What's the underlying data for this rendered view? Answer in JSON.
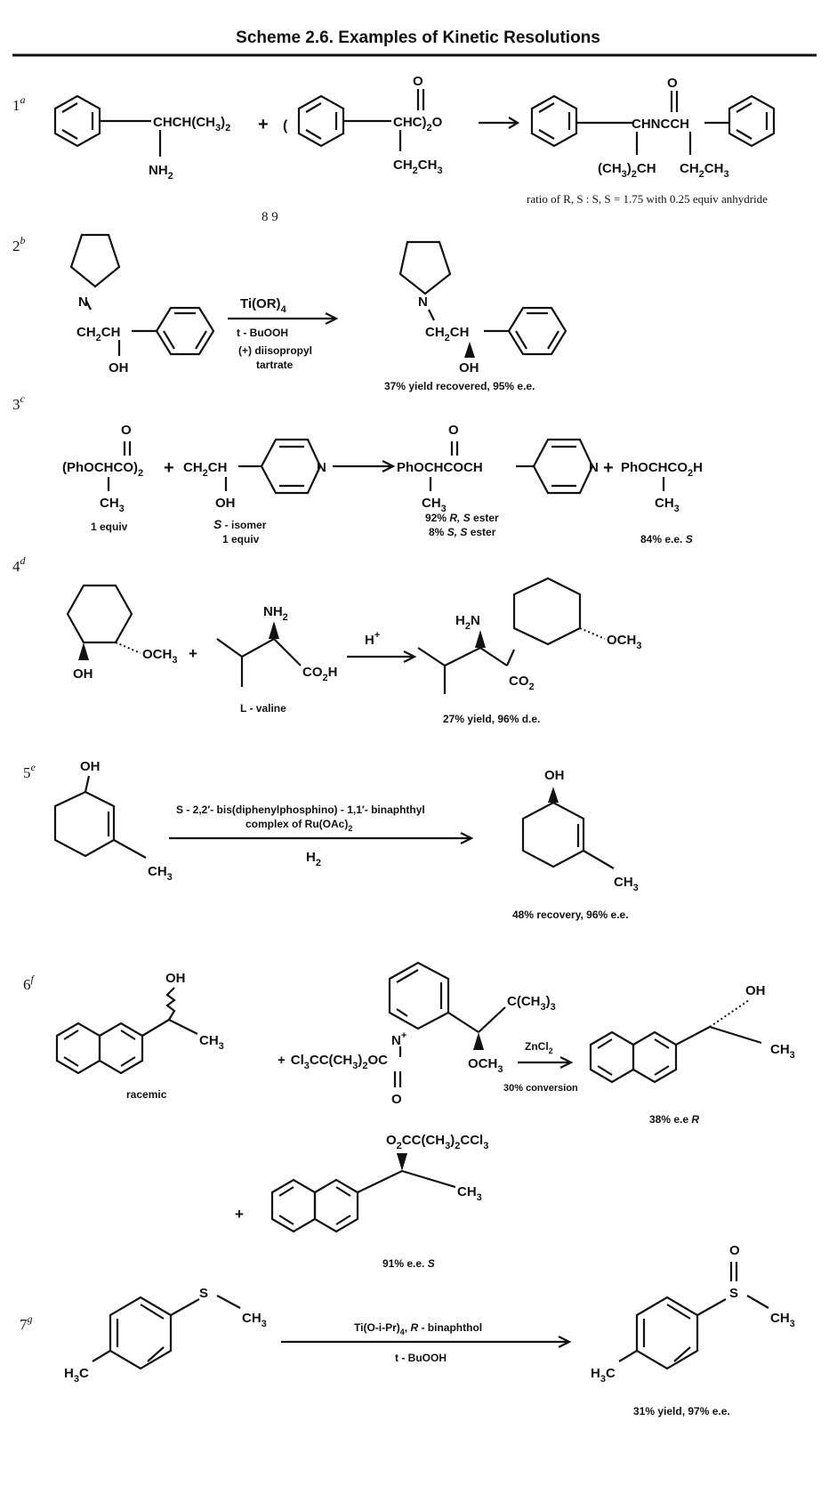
{
  "title": "Scheme 2.6.   Examples of Kinetic Resolutions",
  "reactions": [
    {
      "number": "1",
      "footnote": "a",
      "reactant1": {
        "label": "CHCH(CH",
        "sub3": "3",
        "suffix": ")",
        "sub2": "2",
        "amine": "NH",
        "amine_sub": "2"
      },
      "plus": "+",
      "reactant2": {
        "open": "(",
        "carbonyl": "O",
        "chain": "CHC)",
        "sub2": "2",
        "ester": "O",
        "ethyl": "CH",
        "ethyl_sub": "2",
        "ethyl_end": "CH",
        "ethyl_sub2": "3"
      },
      "product": {
        "carbonyl": "O",
        "core": "CHNCCH",
        "left_sub": "(CH",
        "left_sub3": "3",
        "left_end": ")",
        "left_sub2": "2",
        "left_end2": "CH",
        "right_sub": "CH",
        "right_sub2": "2",
        "right_end": "CH",
        "right_sub3": "3"
      },
      "note": "ratio of R, S : S, S = 1.75 with 0.25 equiv anhydride",
      "page_marker": "8 9"
    },
    {
      "number": "2",
      "footnote": "b",
      "reactant": {
        "n": "N",
        "chain": "CH",
        "chain_sub": "2",
        "chain_end": "CH",
        "oh": "OH"
      },
      "reagents": {
        "top": "Ti(OR)",
        "top_sub": "4",
        "middle": "t - BuOOH",
        "bottom1": "(+) diisopropyl",
        "bottom2": "tartrate"
      },
      "product": {
        "n": "N",
        "chain": "CH",
        "chain_sub": "2",
        "chain_end": "CH",
        "oh": "OH"
      },
      "result": "37% yield recovered, 95% e.e."
    },
    {
      "number": "3",
      "footnote": "c",
      "reactant1": {
        "carbonyl": "O",
        "formula": "(PhOCHCO)",
        "sub": "2",
        "methyl": "CH",
        "methyl_sub": "3",
        "equiv": "1 equiv"
      },
      "plus": "+",
      "reactant2": {
        "chain": "CH",
        "chain_sub": "2",
        "chain_end": "CH",
        "oh": "OH",
        "n": "N",
        "isomer_label": "S",
        "isomer": " - isomer",
        "equiv": "1 equiv"
      },
      "product1": {
        "carbonyl": "O",
        "formula": "PhOCHCOCH",
        "methyl": "CH",
        "methyl_sub": "3",
        "n": "N",
        "line1_pct": "92% ",
        "line1_cfg": "R, S",
        "line1_end": " ester",
        "line2_pct": "8% ",
        "line2_cfg": "S, S",
        "line2_end": " ester"
      },
      "plus2": "+",
      "product2": {
        "formula": "PhOCHCO",
        "sub": "2",
        "end": "H",
        "methyl": "CH",
        "methyl_sub": "3",
        "ee": "84% e.e. ",
        "ee_cfg": "S"
      }
    },
    {
      "number": "4",
      "footnote": "d",
      "reactant1": {
        "methoxy": "OCH",
        "methoxy_sub": "3",
        "oh": "OH"
      },
      "plus": "+",
      "reactant2": {
        "amine": "NH",
        "amine_sub": "2",
        "acid": "CO",
        "acid_sub": "2",
        "acid_end": "H",
        "name": "L - valine"
      },
      "reagent": "H",
      "reagent_sup": "+",
      "product": {
        "amine": "H",
        "amine_sub": "2",
        "amine_end": "N",
        "ester": "CO",
        "ester_sub": "2",
        "methoxy": "OCH",
        "methoxy_sub": "3"
      },
      "result": "27% yield, 96% d.e."
    },
    {
      "number": "5",
      "footnote": "e",
      "reactant": {
        "oh": "OH",
        "methyl": "CH",
        "methyl_sub": "3"
      },
      "reagents": {
        "line1": "S - 2,2′- bis(diphenylphosphino) - 1,1′- binaphthyl",
        "line2": "complex of Ru(OAc)",
        "line2_sub": "2",
        "below": "H",
        "below_sub": "2"
      },
      "product": {
        "oh": "OH",
        "methyl": "CH",
        "methyl_sub": "3"
      },
      "result": "48% recovery, 96% e.e."
    },
    {
      "number": "6",
      "footnote": "f",
      "reactant1": {
        "oh": "OH",
        "methyl": "CH",
        "methyl_sub": "3",
        "label": "racemic"
      },
      "plus": "+",
      "reagent_ester": {
        "formula": "Cl",
        "formula_sub": "3",
        "mid": "CC(CH",
        "mid_sub": "3",
        "end": ")",
        "end_sub": "2",
        "oc": "OC",
        "o": "O",
        "n": "N",
        "charge": "+",
        "tbu": "C(CH",
        "tbu_sub": "3",
        "tbu_end": ")",
        "tbu_sub2": "3",
        "ome": "OCH",
        "ome_sub": "3"
      },
      "catalyst": "ZnCl",
      "catalyst_sub": "2",
      "conversion": "30% conversion",
      "product1": {
        "oh": "OH",
        "methyl": "CH",
        "methyl_sub": "3",
        "ee": "38% e.e ",
        "ee_cfg": "R"
      },
      "plus2": "+",
      "product2": {
        "ester": "O",
        "ester_sub": "2",
        "ester_mid": "CC(CH",
        "ester_sub2": "3",
        "ester_end": ")",
        "ester_sub3": "2",
        "ester_tail": "CCl",
        "ester_sub4": "3",
        "methyl": "CH",
        "methyl_sub": "3",
        "ee": "91% e.e. ",
        "ee_cfg": "S"
      }
    },
    {
      "number": "7",
      "footnote": "g",
      "reactant": {
        "s": "S",
        "methyl": "CH",
        "methyl_sub": "3",
        "aryl_methyl": "H",
        "aryl_sub": "3",
        "aryl_end": "C"
      },
      "reagents": {
        "top": "Ti(O-i-Pr)",
        "top_sub": "4",
        "top_mid": ", ",
        "top_cfg": "R",
        "top_end": " - binaphthol",
        "bottom": "t - BuOOH"
      },
      "product": {
        "o": "O",
        "s": "S",
        "methyl": "CH",
        "methyl_sub": "3",
        "aryl_methyl": "H",
        "aryl_sub": "3",
        "aryl_end": "C"
      },
      "result": "31% yield, 97% e.e."
    }
  ]
}
